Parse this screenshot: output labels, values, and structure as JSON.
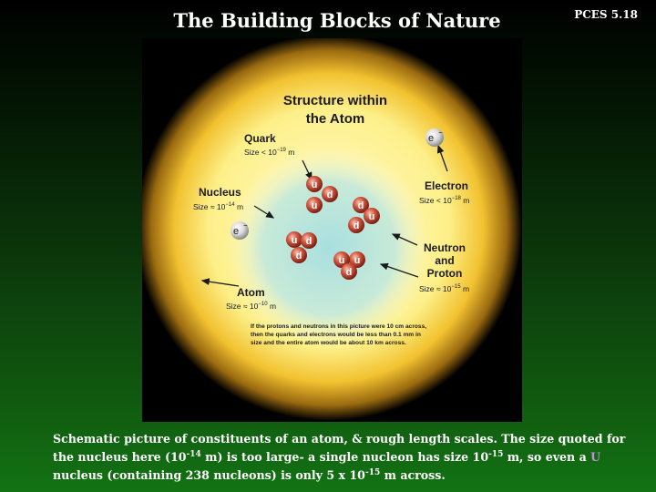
{
  "slide": {
    "title": "The Building Blocks of Nature",
    "number": "PCES  5.18"
  },
  "diagram": {
    "heading_line1": "Structure within",
    "heading_line2": "the Atom",
    "quark": {
      "label": "Quark",
      "size_prefix": "Size < 10",
      "size_exp": "−19",
      "size_unit": " m"
    },
    "nucleus": {
      "label": "Nucleus",
      "size_prefix": "Size ≈ 10",
      "size_exp": "−14",
      "size_unit": " m"
    },
    "electron": {
      "label": "Electron",
      "size_prefix": "Size < 10",
      "size_exp": "−18",
      "size_unit": " m"
    },
    "neutron_proton": {
      "line1": "Neutron",
      "line2": "and",
      "line3": "Proton",
      "size_prefix": "Size ≈ 10",
      "size_exp": "−15",
      "size_unit": " m"
    },
    "atom": {
      "label": "Atom",
      "size_prefix": "Size ≈ 10",
      "size_exp": "−10",
      "size_unit": " m"
    },
    "electron_symbol": "e",
    "electron_charge": "−",
    "note_line1": "If the protons and neutrons in this picture were 10 cm across,",
    "note_line2": "then the quarks and electrons would be less than 0.1 mm in",
    "note_line3": "size and the entire atom would be about 10 km across.",
    "quarks": [
      "u",
      "d",
      "u",
      "d",
      "u",
      "d",
      "u",
      "d",
      "d",
      "u",
      "u",
      "d"
    ]
  },
  "caption": {
    "part1": "Schematic picture of constituents of an atom, & rough length scales. The size quoted for the nucleus here (10",
    "exp1": "-14",
    "part2": " m)  is too large- a single nucleon has size 10",
    "exp2": "-15",
    "part3": " m, so even a ",
    "highlight": "U",
    "part4": " nucleus (containing 238 nucleons) is only 5 x 10",
    "exp3": "-15",
    "part5": " m across."
  }
}
